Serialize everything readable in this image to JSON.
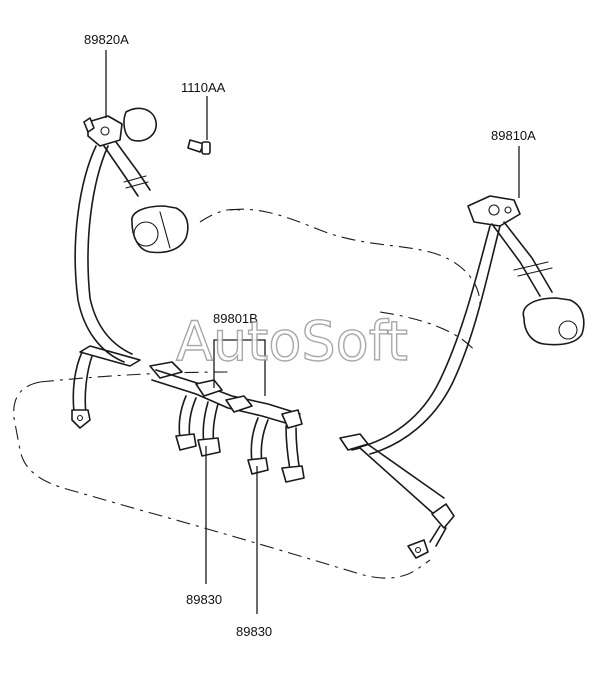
{
  "diagram": {
    "labels": {
      "belt_left": "89820A",
      "bolt": "1110AA",
      "belt_right": "89810A",
      "center_buckle": "89801B",
      "buckle_left": "89830",
      "buckle_right": "89830"
    },
    "watermark": "AutoSoft"
  }
}
